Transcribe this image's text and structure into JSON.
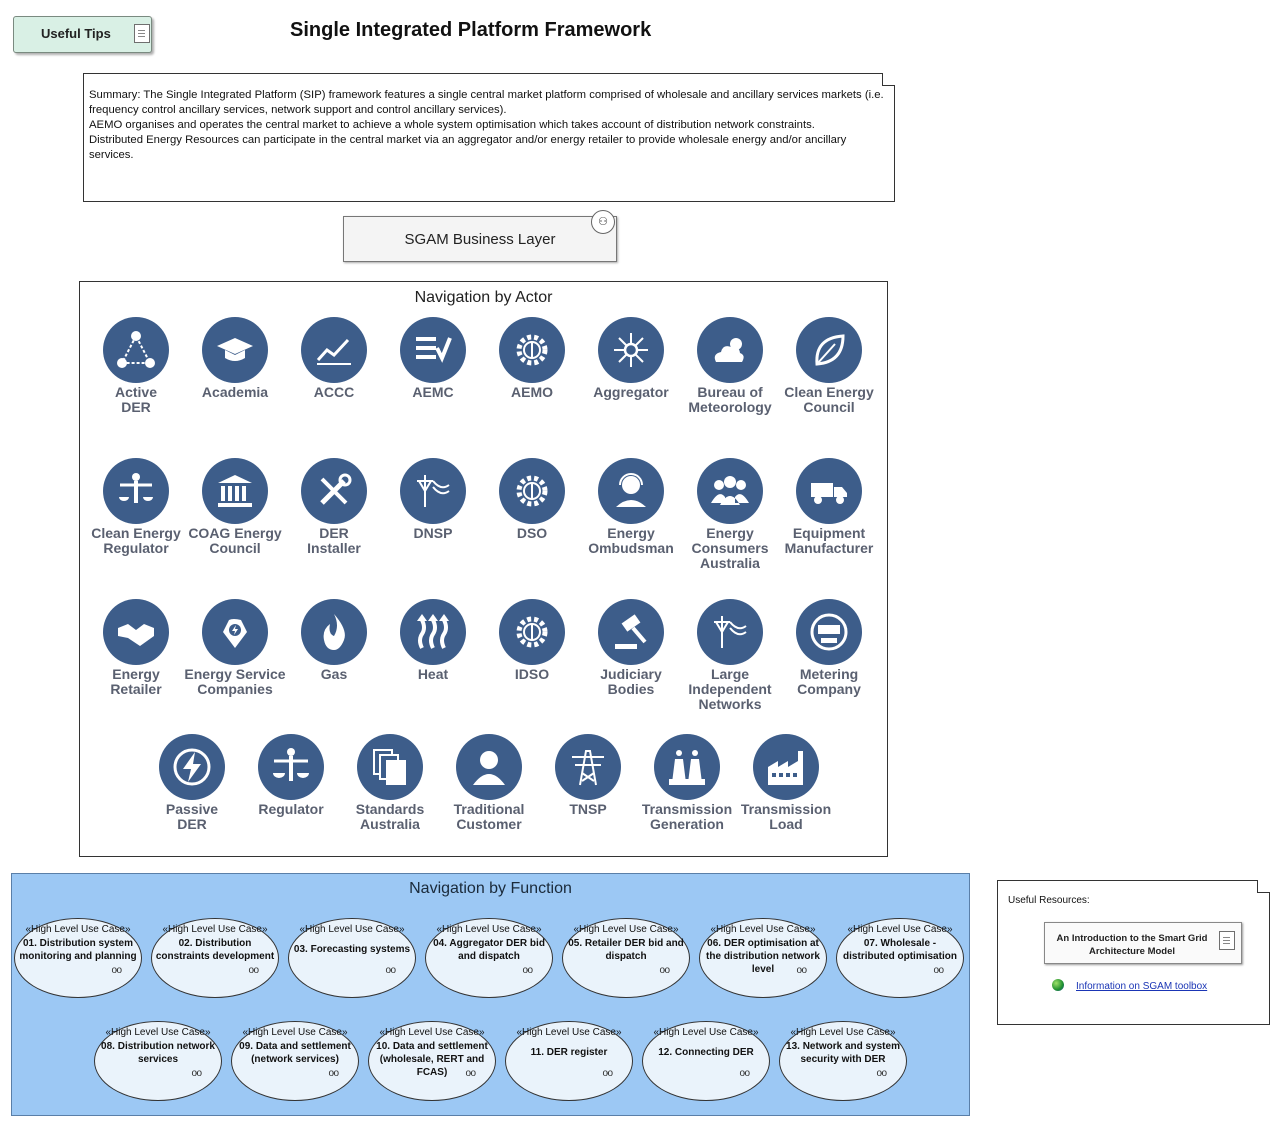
{
  "tips_label": "Useful Tips",
  "title": "Single Integrated Platform Framework",
  "summary": [
    "Summary: The Single Integrated Platform (SIP) framework features a single central market platform comprised of wholesale and ancillary services markets (i.e. frequency control ancillary services, network support and control ancillary services).",
    "AEMO organises and operates the central market to achieve a whole system optimisation which takes account of distribution  network constraints.",
    "Distributed Energy Resources can participate in the central market via an aggregator and/or energy retailer to provide wholesale energy and/or ancillary services."
  ],
  "sgam_layer": "SGAM Business Layer",
  "actor_heading": "Navigation by Actor",
  "actors": [
    {
      "label": "Active\nDER",
      "icon": "triangle-network-icon"
    },
    {
      "label": "Academia",
      "icon": "graduation-cap-icon"
    },
    {
      "label": "ACCC",
      "icon": "line-chart-icon"
    },
    {
      "label": "AEMC",
      "icon": "checklist-icon"
    },
    {
      "label": "AEMO",
      "icon": "gear-tower-icon"
    },
    {
      "label": "Aggregator",
      "icon": "hub-icon"
    },
    {
      "label": "Bureau of\nMeteorology",
      "icon": "weather-icon"
    },
    {
      "label": "Clean Energy\nCouncil",
      "icon": "leaf-icon"
    },
    {
      "label": "Clean Energy\nRegulator",
      "icon": "scales-co2-icon"
    },
    {
      "label": "COAG Energy\nCouncil",
      "icon": "government-building-icon"
    },
    {
      "label": "DER\nInstaller",
      "icon": "tools-icon"
    },
    {
      "label": "DNSP",
      "icon": "distribution-pole-icon"
    },
    {
      "label": "DSO",
      "icon": "gear-tower-icon"
    },
    {
      "label": "Energy\nOmbudsman",
      "icon": "headset-person-icon"
    },
    {
      "label": "Energy\nConsumers\nAustralia",
      "icon": "group-icon"
    },
    {
      "label": "Equipment\nManufacturer",
      "icon": "truck-icon"
    },
    {
      "label": "Energy\nRetailer",
      "icon": "handshake-icon"
    },
    {
      "label": "Energy Service\nCompanies",
      "icon": "hand-bolt-icon"
    },
    {
      "label": "Gas",
      "icon": "flame-icon"
    },
    {
      "label": "Heat",
      "icon": "heat-waves-icon"
    },
    {
      "label": "IDSO",
      "icon": "gear-tower-icon"
    },
    {
      "label": "Judiciary\nBodies",
      "icon": "gavel-icon"
    },
    {
      "label": "Large\nIndependent\nNetworks",
      "icon": "distribution-pole-icon"
    },
    {
      "label": "Metering\nCompany",
      "icon": "meter-icon"
    },
    {
      "label": "Passive\nDER",
      "icon": "bolt-icon"
    },
    {
      "label": "Regulator",
      "icon": "scales-icon"
    },
    {
      "label": "Standards\nAustralia",
      "icon": "documents-icon"
    },
    {
      "label": "Traditional\nCustomer",
      "icon": "person-icon"
    },
    {
      "label": "TNSP",
      "icon": "transmission-tower-icon"
    },
    {
      "label": "Transmission\nGeneration",
      "icon": "power-plant-icon"
    },
    {
      "label": "Transmission\nLoad",
      "icon": "factory-icon"
    }
  ],
  "function_heading": "Navigation by Function",
  "use_case_stereotype": "«High Level Use Case»",
  "use_cases": [
    "01. Distribution system monitoring and planning",
    "02. Distribution constraints development",
    "03. Forecasting systems",
    "04. Aggregator DER bid and dispatch",
    "05. Retailer DER bid and dispatch",
    "06. DER optimisation at the distribution network level",
    "07. Wholesale - distributed optimisation",
    "08. Distribution network services",
    "09. Data and settlement (network services)",
    "10. Data and settlement (wholesale, RERT and FCAS)",
    "11. DER register",
    "12. Connecting DER",
    "13. Network and system security with DER"
  ],
  "resources": {
    "heading": "Useful Resources:",
    "doc_label": "An Introduction to the Smart Grid Architecture Model",
    "link_label": "Information on SGAM toolbox"
  }
}
